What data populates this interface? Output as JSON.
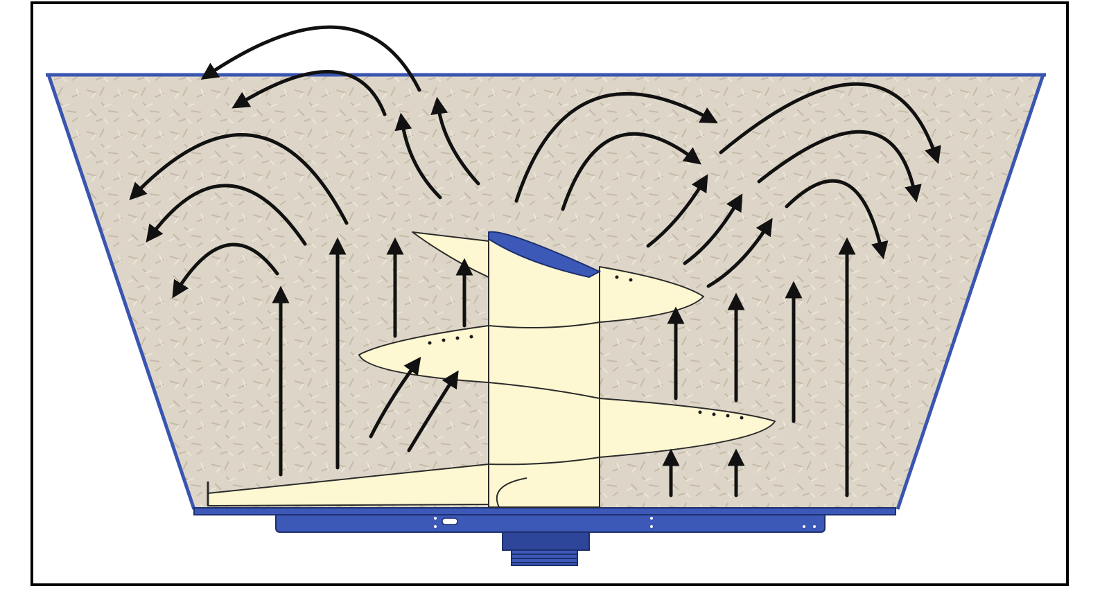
{
  "diagram": {
    "colors": {
      "hopper_wall": "#3a55b0",
      "base_steel": "#3c59b8",
      "auger_body": "#fdf8d2",
      "material_fill": "#ddd6c8",
      "flow_arrows": "#111111"
    },
    "components": [
      "hopper",
      "vertical-auger",
      "base-plate",
      "drive-gearbox",
      "material-flow-arrows"
    ]
  }
}
